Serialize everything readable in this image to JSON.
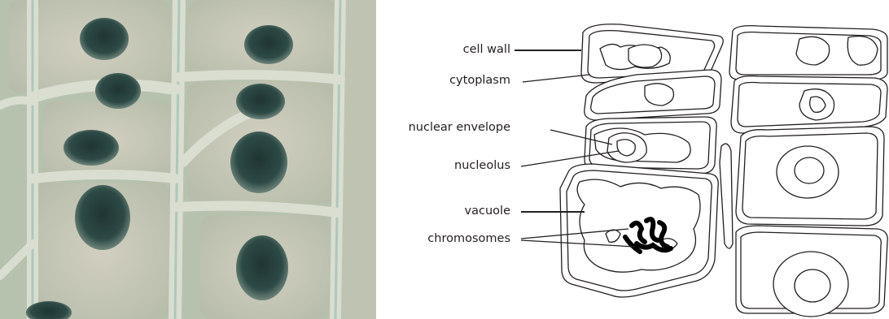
{
  "photo": {
    "alt_colors": {
      "background": "#b9c3b0",
      "cell_wall": "#d7ddcf",
      "wall_tint": "#9fbdb2",
      "cytoplasm": "#c8c6b7",
      "nucleus": "#27403d"
    }
  },
  "diagram": {
    "labels": {
      "cell_wall": "cell wall",
      "cytoplasm": "cytoplasm",
      "nuclear_envelope": "nuclear envelope",
      "nucleolus": "nucleolus",
      "vacuole": "vacuole",
      "chromosomes": "chromosomes"
    },
    "colors": {
      "outline": "#231f20",
      "fill": "#ffffff",
      "chromosome": "#000000"
    }
  }
}
